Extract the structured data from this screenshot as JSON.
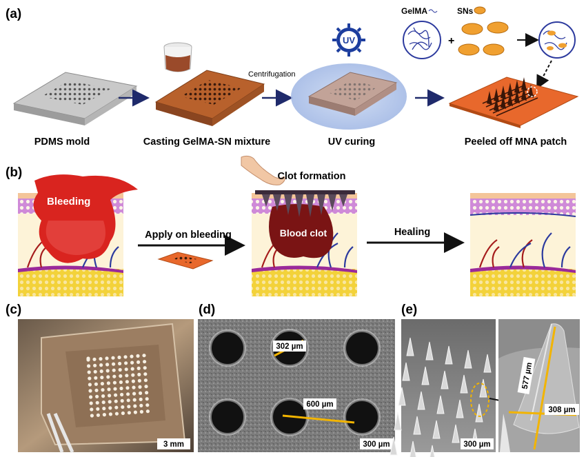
{
  "panel_labels": {
    "a": "(a)",
    "b": "(b)",
    "c": "(c)",
    "d": "(d)",
    "e": "(e)"
  },
  "panel_a": {
    "step_labels": [
      "PDMS mold",
      "Casting GelMA-SN mixture",
      "UV curing",
      "Peeled off MNA patch"
    ],
    "centrifugation": "Centrifugation",
    "uv": "UV",
    "gelma": "GelMA",
    "sns": "SNs",
    "plus": "+"
  },
  "panel_b": {
    "bleeding": "Bleeding",
    "clot_formation": "Clot formation",
    "blood_clot": "Blood clot",
    "apply": "Apply on bleeding",
    "healing": "Healing"
  },
  "panel_c": {
    "scale_bar": "3 mm"
  },
  "panel_d": {
    "diameter": "302 µm",
    "spacing": "600 µm",
    "scale_bar": "300 µm"
  },
  "panel_e": {
    "scale_bar": "300 µm",
    "height": "577 µm",
    "base": "308 µm"
  },
  "colors": {
    "arrow_navy": "#1f2a6b",
    "patch_orange": "#e8682c",
    "blood_red": "#d9241f",
    "clot_dark": "#7a1414",
    "fat_yellow": "#f3d23a",
    "vein_blue": "#2c3a9e",
    "artery_red": "#a51c1c",
    "measure_yellow": "#f2b400"
  }
}
